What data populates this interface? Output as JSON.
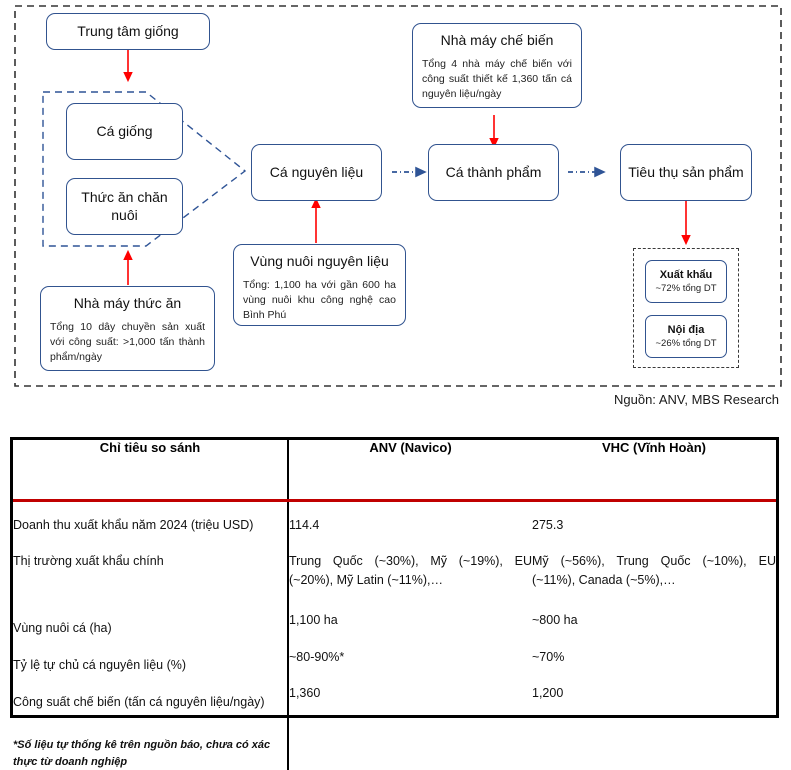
{
  "diagram": {
    "outer_group_name": "value-chain-boundary",
    "source_note": "Nguồn: ANV, MBS Research",
    "accent_blue": "#31538F",
    "arrow_red": "#FF0000",
    "arrow_blue": "#2F5496",
    "nodes": {
      "hatchery": {
        "title": "Trung tâm giống"
      },
      "fingerling": {
        "title": "Cá giống"
      },
      "feed_input": {
        "title": "Thức ăn chăn nuôi"
      },
      "feed_mill": {
        "title": "Nhà máy thức ăn",
        "body": "Tổng 10 dây chuyền sản xuất với công suất: >1,000 tấn thành phẩm/ngày"
      },
      "raw_fish": {
        "title": "Cá nguyên liệu"
      },
      "farming_area": {
        "title": "Vùng nuôi nguyên liệu",
        "body": "Tổng: 1,100 ha với gần 600 ha vùng nuôi khu công nghệ cao Bình Phú"
      },
      "processing_plant": {
        "title": "Nhà máy chế biến",
        "body": "Tổng 4 nhà máy chế biến với công suất thiết kế 1,360 tấn cá nguyên liệu/ngày"
      },
      "finished_fish": {
        "title": "Cá thành phẩm"
      },
      "consumption": {
        "title": "Tiêu thụ sản phẩm"
      },
      "export": {
        "title": "Xuất khẩu",
        "sub": "~72% tổng DT"
      },
      "domestic": {
        "title": "Nội địa",
        "sub": "~26% tổng DT"
      }
    }
  },
  "comparison_table": {
    "columns": [
      "Chỉ tiêu so sánh",
      "ANV (Navico)",
      "VHC (Vĩnh Hoàn)"
    ],
    "rows": [
      {
        "label": "Doanh thu xuất khẩu năm 2024 (triệu USD)",
        "anv": "114.4",
        "vhc": "275.3"
      },
      {
        "label": "Thị trường xuất khẩu chính",
        "anv": "Trung Quốc (~30%), Mỹ (~19%), EU (~20%), Mỹ Latin (~11%),…",
        "vhc": "Mỹ (~56%), Trung Quốc (~10%), EU (~11%), Canada (~5%),…"
      },
      {
        "label": "Vùng nuôi cá (ha)",
        "anv": "1,100 ha",
        "vhc": "~800 ha"
      },
      {
        "label": "Tỷ lệ tự chủ cá nguyên liệu (%)",
        "anv": "~80-90%*",
        "vhc": "~70%"
      },
      {
        "label": "Công suất chế biến (tấn cá nguyên liệu/ngày)",
        "anv": "1,360",
        "vhc": "1,200"
      }
    ],
    "footnote": "*Số liệu tự thống kê trên nguồn báo, chưa có xác thực từ doanh nghiệp",
    "header_rule_color": "#C00000",
    "border_color": "#000000"
  }
}
